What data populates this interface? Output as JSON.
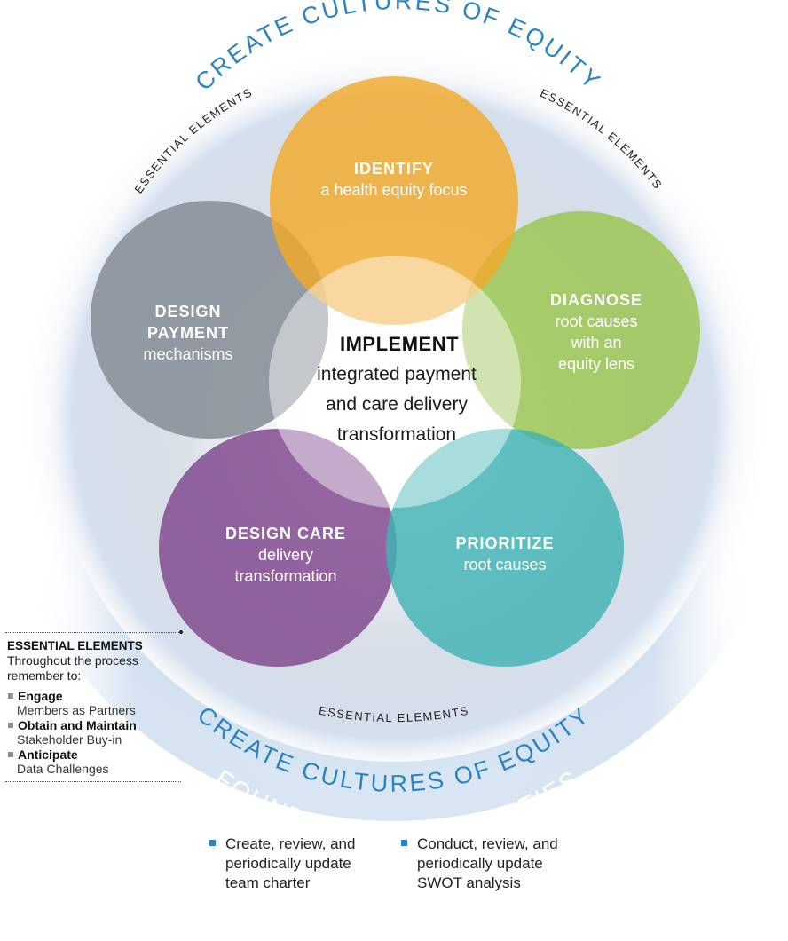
{
  "outer_label_top": "CREATE CULTURES OF EQUITY",
  "outer_label_bottom": "CREATE CULTURES OF EQUITY",
  "foundation_label": "FOUNDATIONAL ACTIVITIES",
  "essential_label": "ESSENTIAL ELEMENTS",
  "circles": {
    "identify": {
      "title": "IDENTIFY",
      "lines": [
        "a health equity focus"
      ],
      "color": "#f1a92b"
    },
    "diagnose": {
      "title": "DIAGNOSE",
      "lines": [
        "root causes",
        "with an",
        "equity lens"
      ],
      "color": "#9cc654"
    },
    "prioritize": {
      "title": "PRIORITIZE",
      "lines": [
        "root causes"
      ],
      "color": "#3fb2b3"
    },
    "design_care": {
      "title": "DESIGN CARE",
      "lines": [
        "delivery",
        "transformation"
      ],
      "color": "#834b8f"
    },
    "design_payment": {
      "title_lines": [
        "DESIGN",
        "PAYMENT"
      ],
      "lines": [
        "mechanisms"
      ],
      "color": "#8b929b"
    }
  },
  "implement": {
    "title": "IMPLEMENT",
    "lines": [
      "integrated payment",
      "and care delivery",
      "transformation"
    ]
  },
  "legend": {
    "heading": "ESSENTIAL ELEMENTS",
    "text": "Throughout the process remember to:",
    "items": [
      {
        "bold": "Engage",
        "text": "Members as Partners"
      },
      {
        "bold": "Obtain and Maintain",
        "text": "Stakeholder Buy-in"
      },
      {
        "bold": "Anticipate",
        "text": "Data Challenges"
      }
    ]
  },
  "foundational_activities": [
    "Create, review, and periodically update team charter",
    "Conduct, review, and periodically update SWOT analysis"
  ],
  "colors": {
    "accent": "#2b84c0",
    "bullet_gray": "#8f8f8f"
  }
}
